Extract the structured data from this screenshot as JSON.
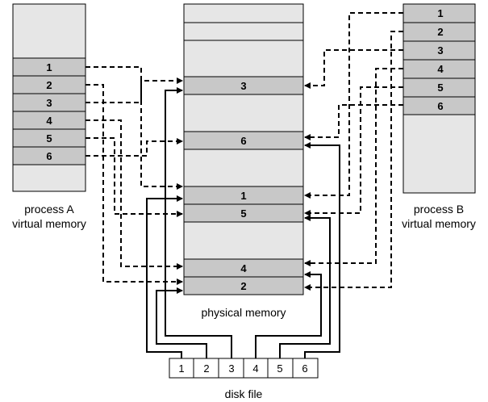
{
  "process_a": {
    "label_line1": "process A",
    "label_line2": "virtual memory",
    "pages": [
      "1",
      "2",
      "3",
      "4",
      "5",
      "6"
    ]
  },
  "process_b": {
    "label_line1": "process B",
    "label_line2": "virtual memory",
    "pages": [
      "1",
      "2",
      "3",
      "4",
      "5",
      "6"
    ]
  },
  "physical_memory": {
    "label": "physical memory",
    "frames": [
      {
        "page": "3"
      },
      {
        "page": "6"
      },
      {
        "page": "1"
      },
      {
        "page": "5"
      },
      {
        "page": "4"
      },
      {
        "page": "2"
      }
    ]
  },
  "disk_file": {
    "label": "disk file",
    "blocks": [
      "1",
      "2",
      "3",
      "4",
      "5",
      "6"
    ]
  },
  "colors": {
    "light_fill": "#e6e6e6",
    "page_fill": "#c8c8c8",
    "stroke": "#000000"
  }
}
